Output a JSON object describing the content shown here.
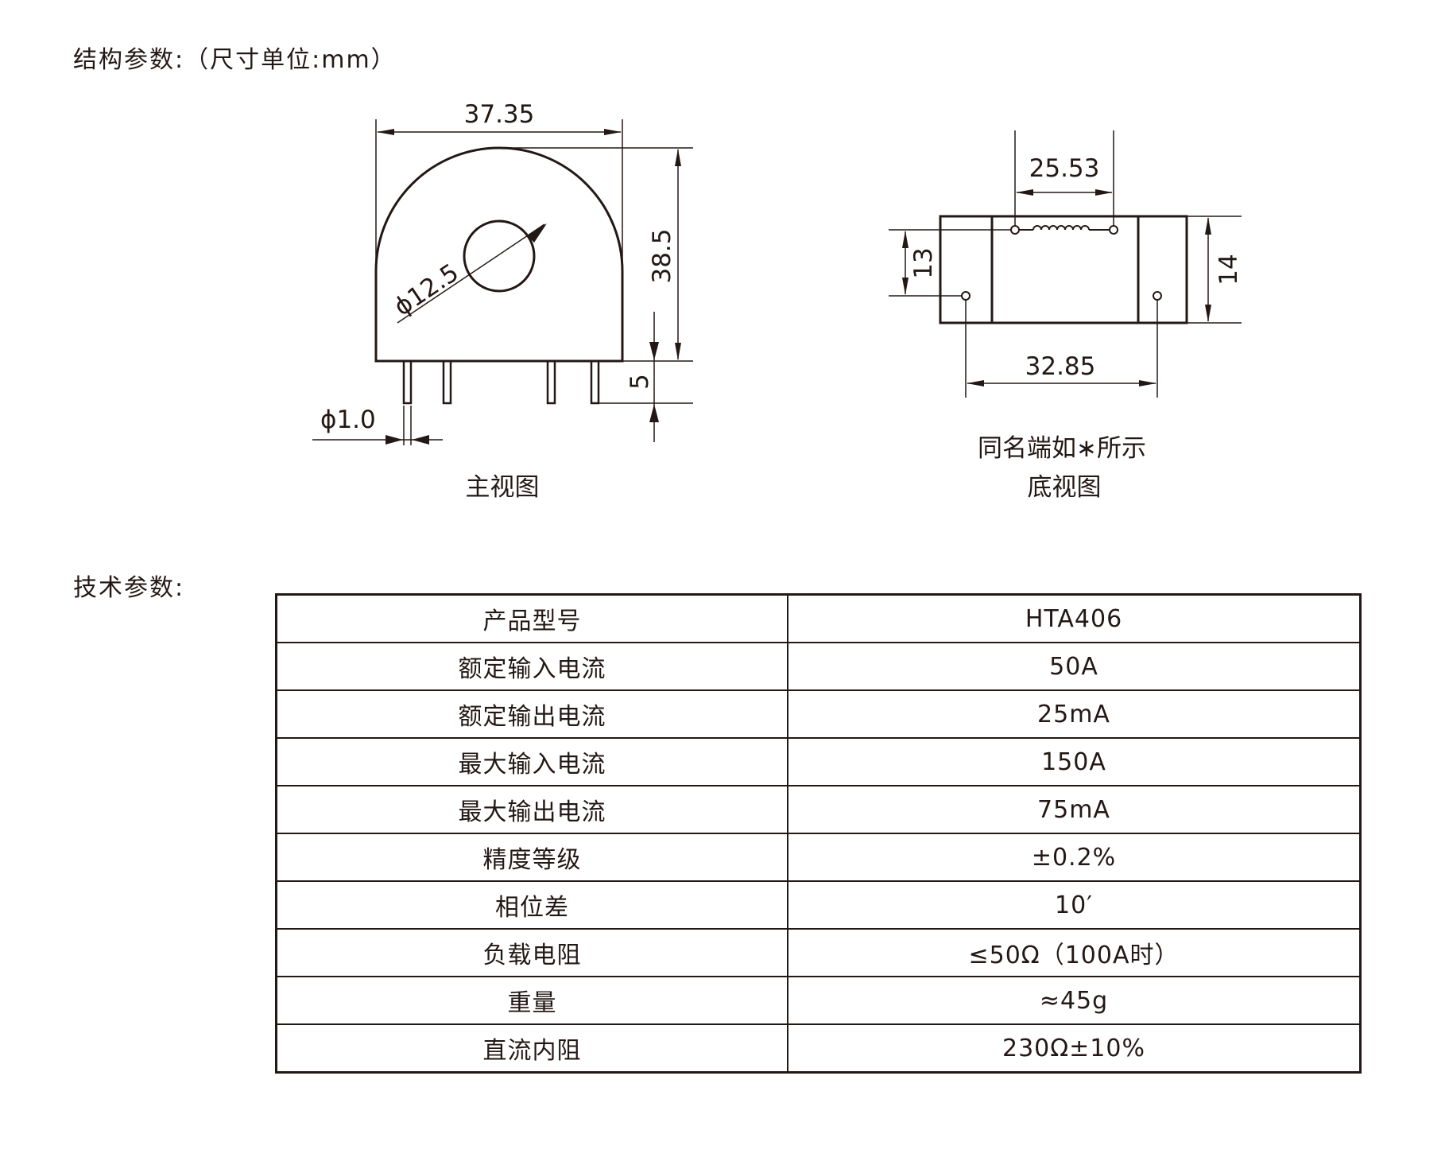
{
  "headings": {
    "structure": "结构参数:（尺寸单位:mm）",
    "technical": "技术参数:"
  },
  "drawing": {
    "front_view": {
      "width": "37.35",
      "height": "38.5",
      "hole_diameter": "ϕ12.5",
      "pin_length": "5",
      "pin_diameter": "ϕ1.0",
      "caption": "主视图"
    },
    "bottom_view": {
      "winding_span": "25.53",
      "inner_height": "13",
      "total_height": "14",
      "pin_pitch": "32.85",
      "note": "同名端如∗所示",
      "caption": "底视图"
    }
  },
  "table": {
    "rows": [
      {
        "param": "产品型号",
        "value": "HTA406"
      },
      {
        "param": "额定输入电流",
        "value": "50A"
      },
      {
        "param": "额定输出电流",
        "value": "25mA"
      },
      {
        "param": "最大输入电流",
        "value": "150A"
      },
      {
        "param": "最大输出电流",
        "value": "75mA"
      },
      {
        "param": "精度等级",
        "value": "±0.2%"
      },
      {
        "param": "相位差",
        "value": "10′"
      },
      {
        "param": "负载电阻",
        "value": "≤50Ω（100A时）"
      },
      {
        "param": "重量",
        "value": "≈45g"
      },
      {
        "param": "直流内阻",
        "value": "230Ω±10%"
      }
    ]
  }
}
